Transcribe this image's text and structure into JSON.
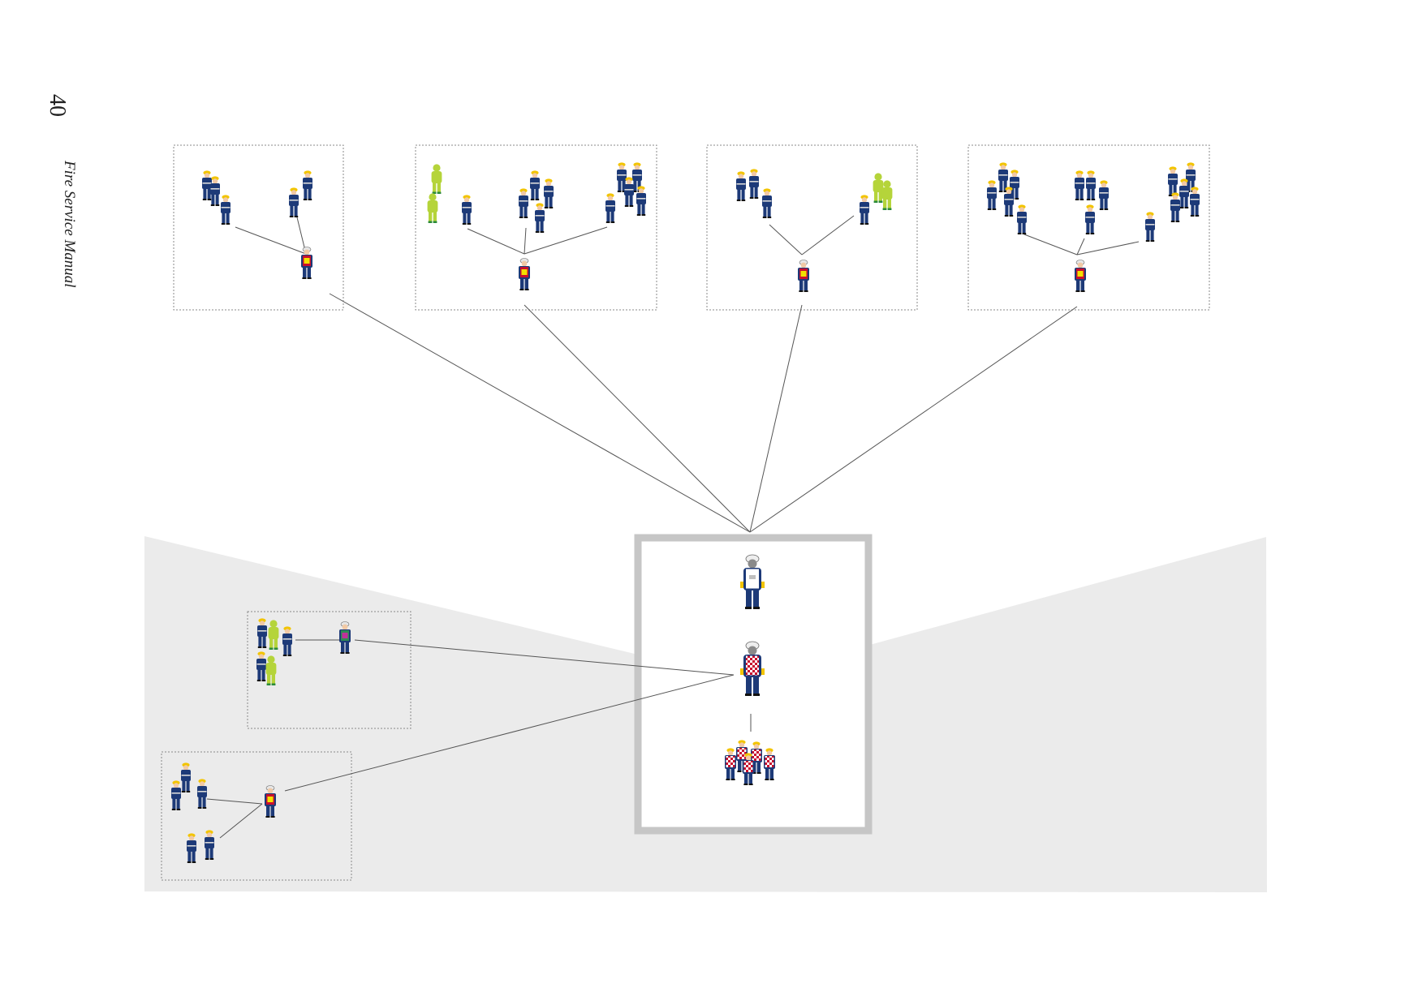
{
  "page": {
    "number": "40",
    "running_head": "Fire Service Manual"
  },
  "colors": {
    "uniform_navy": "#1d3a78",
    "helmet_yellow": "#f2c400",
    "chemical_suit_green": "#b5d43a",
    "tabard_red": "#c8102e",
    "tabard_yellow": "#f3e000",
    "tabard_white": "#ffffff",
    "tabard_purple": "#7a2a8a",
    "sector_shade": "#ebebeb",
    "command_frame": "#c6c6c6",
    "connector_line": "#555555",
    "group_border": "#888888"
  },
  "diagram": {
    "icons": [
      "firefighter-icon",
      "chemical-suit-icon",
      "sector-commander-icon",
      "incident-commander-icon",
      "command-team-icon"
    ],
    "top_sector_count": 4,
    "lower_sector_count": 2
  }
}
